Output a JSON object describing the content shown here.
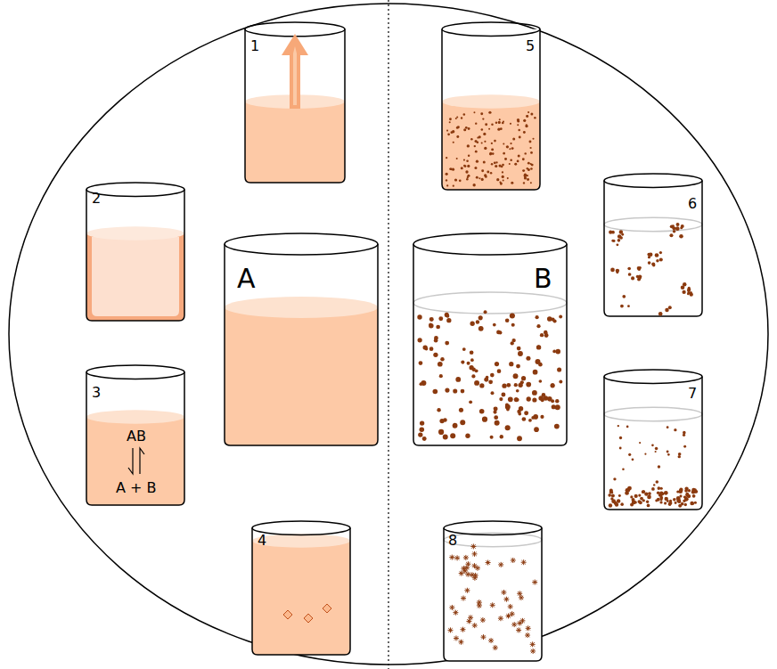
{
  "diagram": {
    "labels": [
      "1",
      "2",
      "3",
      "AB",
      "A + B",
      "4",
      "A",
      "5",
      "6",
      "7",
      "8",
      "B"
    ]
  }
}
